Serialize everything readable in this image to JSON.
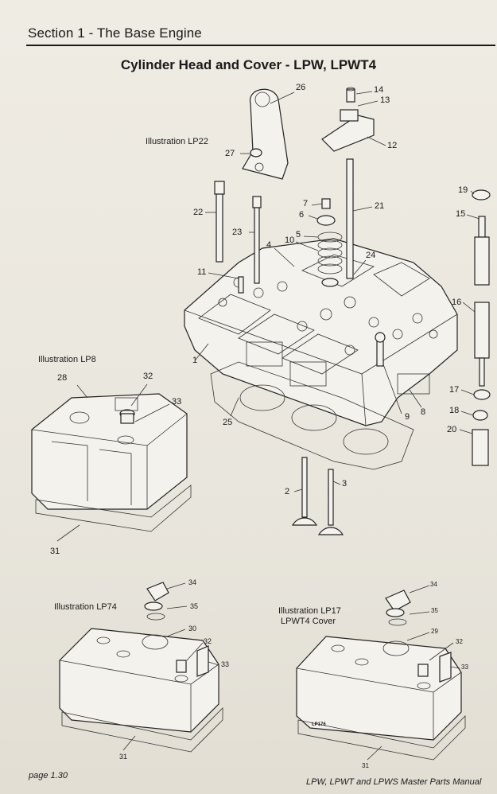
{
  "header": {
    "section": "Section 1 - The Base Engine",
    "title": "Cylinder Head and Cover - LPW, LPWT4"
  },
  "illustrations": {
    "lp22": "Illustration LP22",
    "lp8": "Illustration LP8",
    "lp74": "Illustration LP74",
    "lp17_line1": "Illustration LP17",
    "lp17_line2": "LPWT4 Cover",
    "lp176_tag": "LP176"
  },
  "callouts": {
    "n26": "26",
    "n14": "14",
    "n13": "13",
    "n12": "12",
    "n27": "27",
    "n22": "22",
    "n7": "7",
    "n6": "6",
    "n21": "21",
    "n23": "23",
    "n5": "5",
    "n10": "10",
    "n4": "4",
    "n24": "24",
    "n11": "11",
    "n19": "19",
    "n15": "15",
    "n16": "16",
    "n1": "1",
    "n28": "28",
    "n32": "32",
    "n33": "33",
    "n25": "25",
    "n9": "9",
    "n8": "8",
    "n17": "17",
    "n18": "18",
    "n20": "20",
    "n2": "2",
    "n3": "3",
    "n31": "31",
    "b34": "34",
    "b35": "35",
    "b30": "30",
    "b32": "32",
    "b33": "33",
    "b31": "31",
    "c34": "34",
    "c35": "35",
    "c29": "29",
    "c32": "32",
    "c33": "33",
    "c31": "31"
  },
  "footer": {
    "page": "page 1.30",
    "manual": "LPW, LPWT and LPWS Master Parts Manual"
  }
}
